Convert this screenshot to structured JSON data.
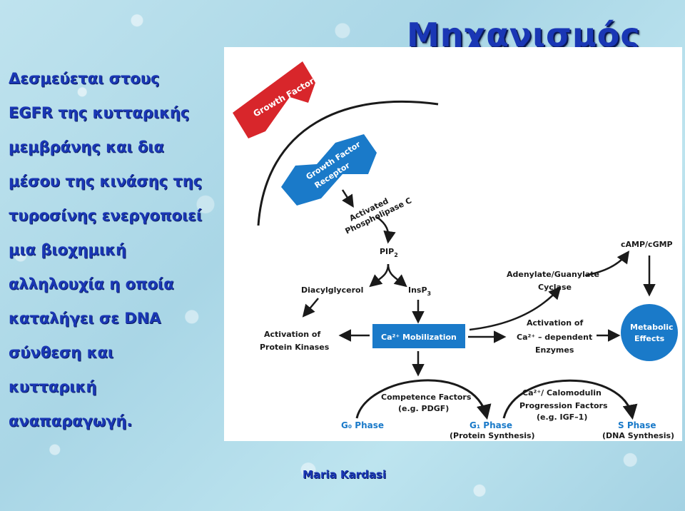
{
  "title": "Μηχανισμός",
  "description_lines": [
    "Δεσμεύεται στους",
    "EGFR της κυτταρικής",
    "μεμβράνης και δια",
    "μέσου της κινάσης της",
    "τυροσίνης ενεργοποιεί",
    "μια βιοχημική",
    "αλληλουχία η οποία",
    "καταλήγει σε DNA",
    "σύνθεση και",
    "κυτταρική",
    "αναπαραγωγή."
  ],
  "footer": "Maria Kardasi",
  "diagram": {
    "growth_factor": "Growth Factor",
    "receptor_line1": "Growth Factor",
    "receptor_line2": "Receptor",
    "plc_line1": "Activated",
    "plc_line2": "Phospholipase C",
    "pip2": "PIP",
    "pip2_sub": "2",
    "dag": "Diacylglycerol",
    "insp3": "InsP",
    "insp3_sub": "3",
    "ca_mobilization": "Ca²⁺ Mobilization",
    "pk_line1": "Activation of",
    "pk_line2": "Protein Kinases",
    "cyclase_line1": "Adenylate/Guanylate",
    "cyclase_line2": "Cyclase",
    "camp": "cAMP/cGMP",
    "enz_line1": "Activation of",
    "enz_line2": "Ca²⁺ – dependent",
    "enz_line3": "Enzymes",
    "metabolic_line1": "Metabolic",
    "metabolic_line2": "Effects",
    "competence_line1": "Competence Factors",
    "competence_line2": "(e.g. PDGF)",
    "calmod_line1": "Ca²⁺/ Calomodulin",
    "calmod_line2": "Progression Factors",
    "calmod_line3": "(e.g. IGF–1)",
    "g0": "G₀ Phase",
    "g1": "G₁ Phase",
    "g1_sub": "(Protein Synthesis)",
    "s": "S Phase",
    "s_sub": "(DNA Synthesis)",
    "colors": {
      "red": "#d8262b",
      "blue": "#1a7ac9",
      "text_blue": "#1a37b5"
    }
  }
}
